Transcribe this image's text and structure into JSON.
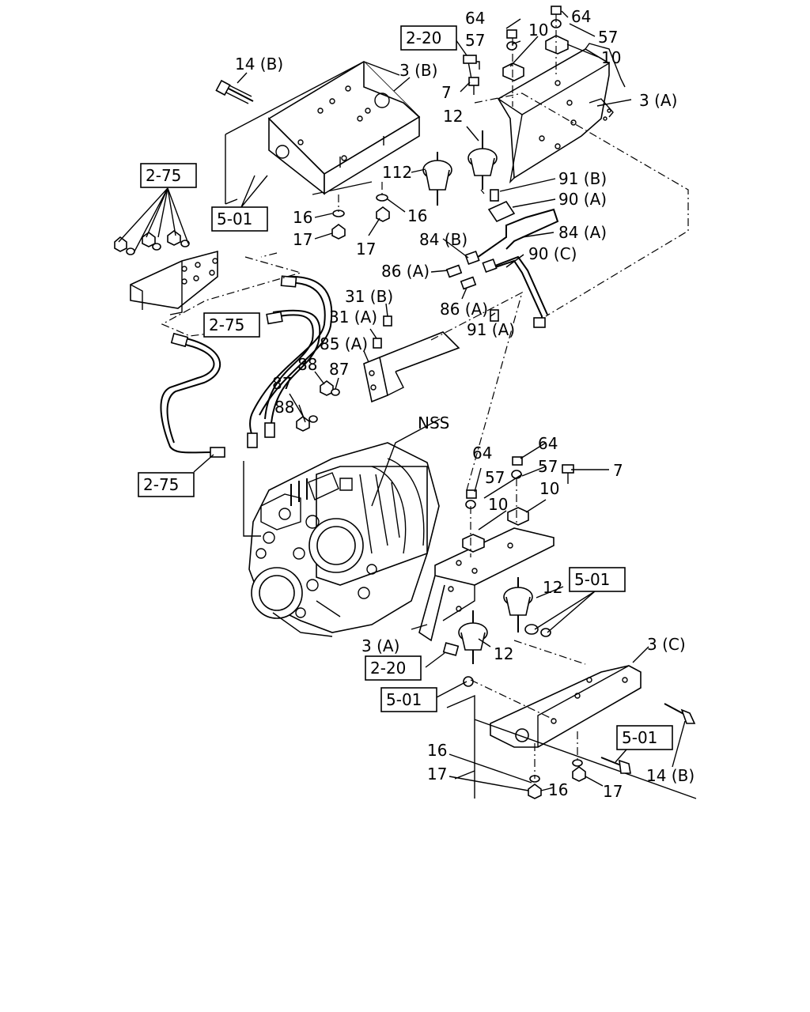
{
  "diagram": {
    "part_labels": [
      {
        "id": "l1",
        "text": "64"
      },
      {
        "id": "l2",
        "text": "64"
      },
      {
        "id": "l3",
        "text": "57"
      },
      {
        "id": "l4",
        "text": "10"
      },
      {
        "id": "l5",
        "text": "57"
      },
      {
        "id": "l6",
        "text": "10"
      },
      {
        "id": "l7",
        "text": "14 (B)"
      },
      {
        "id": "l8",
        "text": "3 (B)"
      },
      {
        "id": "l9",
        "text": "7"
      },
      {
        "id": "l10",
        "text": "3 (A)"
      },
      {
        "id": "l11",
        "text": "12"
      },
      {
        "id": "l12",
        "text": "112"
      },
      {
        "id": "l13",
        "text": "91 (B)"
      },
      {
        "id": "l14",
        "text": "90 (A)"
      },
      {
        "id": "l15",
        "text": "84 (A)"
      },
      {
        "id": "l16",
        "text": "16"
      },
      {
        "id": "l17",
        "text": "16"
      },
      {
        "id": "l18",
        "text": "17"
      },
      {
        "id": "l19",
        "text": "17"
      },
      {
        "id": "l20",
        "text": "84 (B)"
      },
      {
        "id": "l21",
        "text": "90 (C)"
      },
      {
        "id": "l22",
        "text": "86 (A)"
      },
      {
        "id": "l23",
        "text": "31 (B)"
      },
      {
        "id": "l24",
        "text": "86 (A)"
      },
      {
        "id": "l25",
        "text": "31 (A)"
      },
      {
        "id": "l26",
        "text": "91 (A)"
      },
      {
        "id": "l27",
        "text": "85 (A)"
      },
      {
        "id": "l28",
        "text": "88"
      },
      {
        "id": "l29",
        "text": "87"
      },
      {
        "id": "l30",
        "text": "87"
      },
      {
        "id": "l31",
        "text": "88"
      },
      {
        "id": "l32",
        "text": "NSS"
      },
      {
        "id": "l33",
        "text": "64"
      },
      {
        "id": "l34",
        "text": "64"
      },
      {
        "id": "l35",
        "text": "57"
      },
      {
        "id": "l36",
        "text": "7"
      },
      {
        "id": "l37",
        "text": "57"
      },
      {
        "id": "l38",
        "text": "10"
      },
      {
        "id": "l39",
        "text": "10"
      },
      {
        "id": "l40",
        "text": "12"
      },
      {
        "id": "l41",
        "text": "3 (A)"
      },
      {
        "id": "l42",
        "text": "12"
      },
      {
        "id": "l43",
        "text": "3 (C)"
      },
      {
        "id": "l44",
        "text": "16"
      },
      {
        "id": "l45",
        "text": "17"
      },
      {
        "id": "l46",
        "text": "16"
      },
      {
        "id": "l47",
        "text": "17"
      },
      {
        "id": "l48",
        "text": "14 (B)"
      }
    ],
    "reference_boxes": [
      {
        "id": "r1",
        "text": "2-20"
      },
      {
        "id": "r2",
        "text": "2-75"
      },
      {
        "id": "r3",
        "text": "5-01"
      },
      {
        "id": "r4",
        "text": "2-75"
      },
      {
        "id": "r5",
        "text": "2-75"
      },
      {
        "id": "r6",
        "text": "5-01"
      },
      {
        "id": "r7",
        "text": "2-20"
      },
      {
        "id": "r8",
        "text": "5-01"
      },
      {
        "id": "r9",
        "text": "5-01"
      }
    ]
  }
}
